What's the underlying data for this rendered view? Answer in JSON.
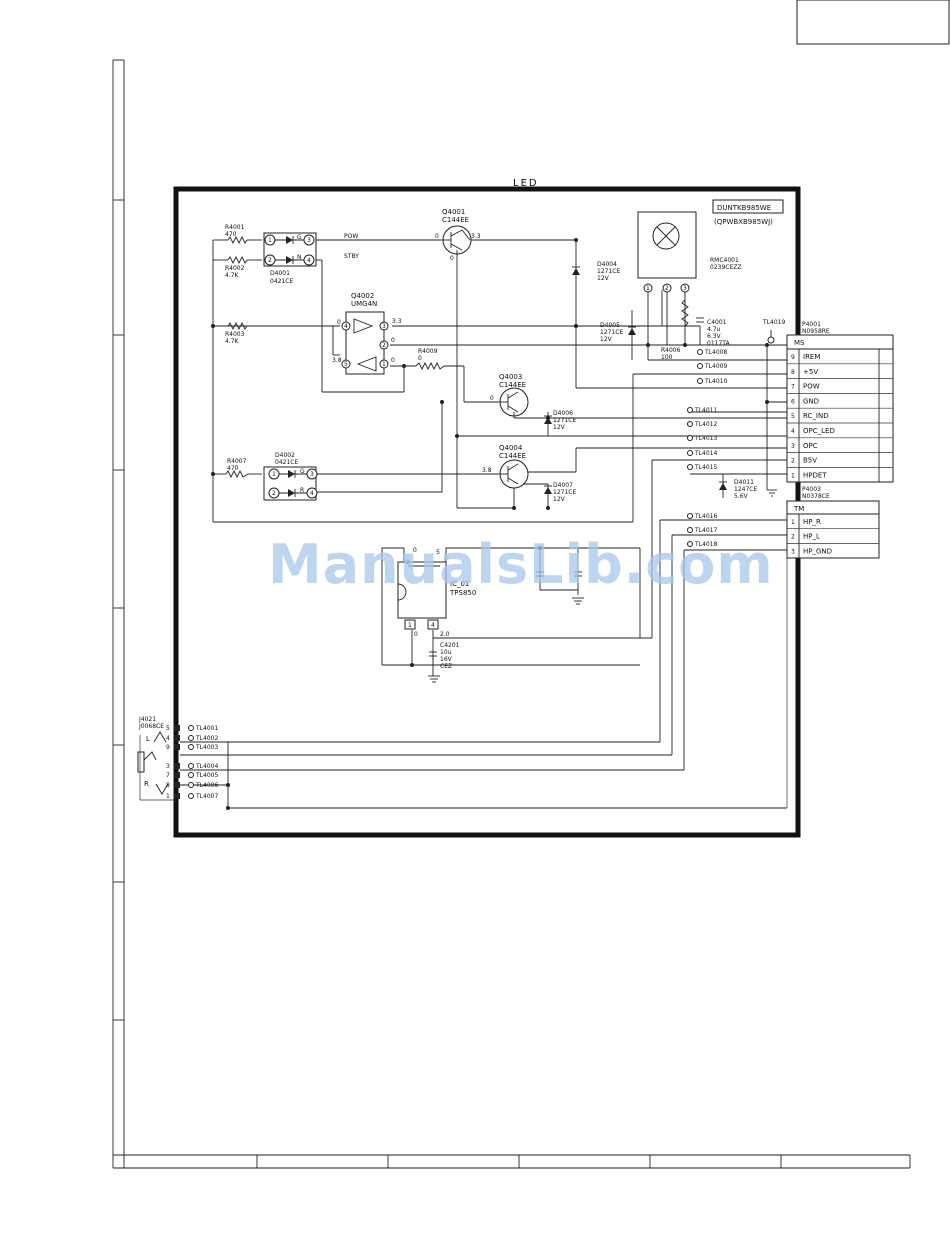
{
  "sheet": {
    "block_title": "LED",
    "watermark": "ManualsLib.com"
  },
  "pcb": {
    "code": "DUNTKB985WE",
    "sub_code": "(QPWBXB985WJ)"
  },
  "components": {
    "R4001": {
      "ref": "R4001",
      "value": "470"
    },
    "R4002": {
      "ref": "R4002",
      "value": "4.7K"
    },
    "R4003": {
      "ref": "R4003",
      "value": "4.7K"
    },
    "R4007": {
      "ref": "R4007",
      "value": "470"
    },
    "R4009": {
      "ref": "R4009",
      "value": "0"
    },
    "R4006": {
      "ref": "R4006",
      "value": "100"
    },
    "D4001": {
      "ref": "D4001",
      "value": "0421CE",
      "pin_g": "G",
      "pin_n": "N"
    },
    "D4002": {
      "ref": "D4002",
      "value": "0421CE",
      "pin_g": "G",
      "pin_r": "R"
    },
    "Q4001": {
      "ref": "Q4001",
      "value": "C144EE"
    },
    "Q4002": {
      "ref": "Q4002",
      "value": "UMG4N"
    },
    "Q4003": {
      "ref": "Q4003",
      "value": "C144EE"
    },
    "Q4004": {
      "ref": "Q4004",
      "value": "C144EE"
    },
    "D4004": {
      "ref": "D4004",
      "value": "1271CE",
      "rating": "12V"
    },
    "D4005": {
      "ref": "D4005",
      "value": "1271CE",
      "rating": "12V"
    },
    "D4006": {
      "ref": "D4006",
      "value": "1271CE",
      "rating": "12V"
    },
    "D4007": {
      "ref": "D4007",
      "value": "1271CE",
      "rating": "12V"
    },
    "D4011": {
      "ref": "D4011",
      "value": "1247CE",
      "rating": "5.6V"
    },
    "C4001": {
      "ref": "C4001",
      "value": "4.7u",
      "voltage": "6.3V",
      "code": "0117TA"
    },
    "RMC4001": {
      "ref": "RMC4001",
      "value": "0239CEZZ"
    },
    "IC": {
      "ref": "IC_01",
      "value": "TPS850"
    },
    "C4201": {
      "ref": "C4201",
      "value": "10u",
      "voltage": "16V",
      "code": "CEZ"
    }
  },
  "nets": {
    "pow": "POW",
    "stby": "STBY",
    "v33": "3.3",
    "v38": "3.8",
    "v0": "0",
    "v20": "2.0"
  },
  "connectors": {
    "P4001": {
      "ref": "P4001",
      "part": "N0958RE",
      "header": "MS",
      "pins": [
        {
          "num": "9",
          "name": "IREM"
        },
        {
          "num": "8",
          "name": "+5V"
        },
        {
          "num": "7",
          "name": "POW"
        },
        {
          "num": "6",
          "name": "GND"
        },
        {
          "num": "5",
          "name": "RC_IND"
        },
        {
          "num": "4",
          "name": "OPC_LED"
        },
        {
          "num": "3",
          "name": "OPC"
        },
        {
          "num": "2",
          "name": "B5V"
        },
        {
          "num": "1",
          "name": "HPDET"
        }
      ]
    },
    "P4003": {
      "ref": "P4003",
      "part": "N0378CE",
      "header": "TM",
      "pins": [
        {
          "num": "1",
          "name": "HP_R"
        },
        {
          "num": "2",
          "name": "HP_L"
        },
        {
          "num": "3",
          "name": "HP_GND"
        }
      ]
    },
    "J4021": {
      "ref": "J4021",
      "part": "J0068CE",
      "left": "L",
      "right": "R"
    }
  },
  "test_points": {
    "right": [
      "TL4008",
      "TL4009",
      "TL4010",
      "TL4011",
      "TL4012",
      "TL4013",
      "TL4014",
      "TL4015",
      "TL4016",
      "TL4017",
      "TL4018"
    ],
    "top": "TL4019",
    "jack": [
      "TL4001",
      "TL4002",
      "TL4003",
      "TL4004",
      "TL4005",
      "TL4006",
      "TL4007"
    ],
    "jack_pins": [
      "5",
      "4",
      "9",
      "3",
      "7",
      "8",
      "1"
    ]
  }
}
